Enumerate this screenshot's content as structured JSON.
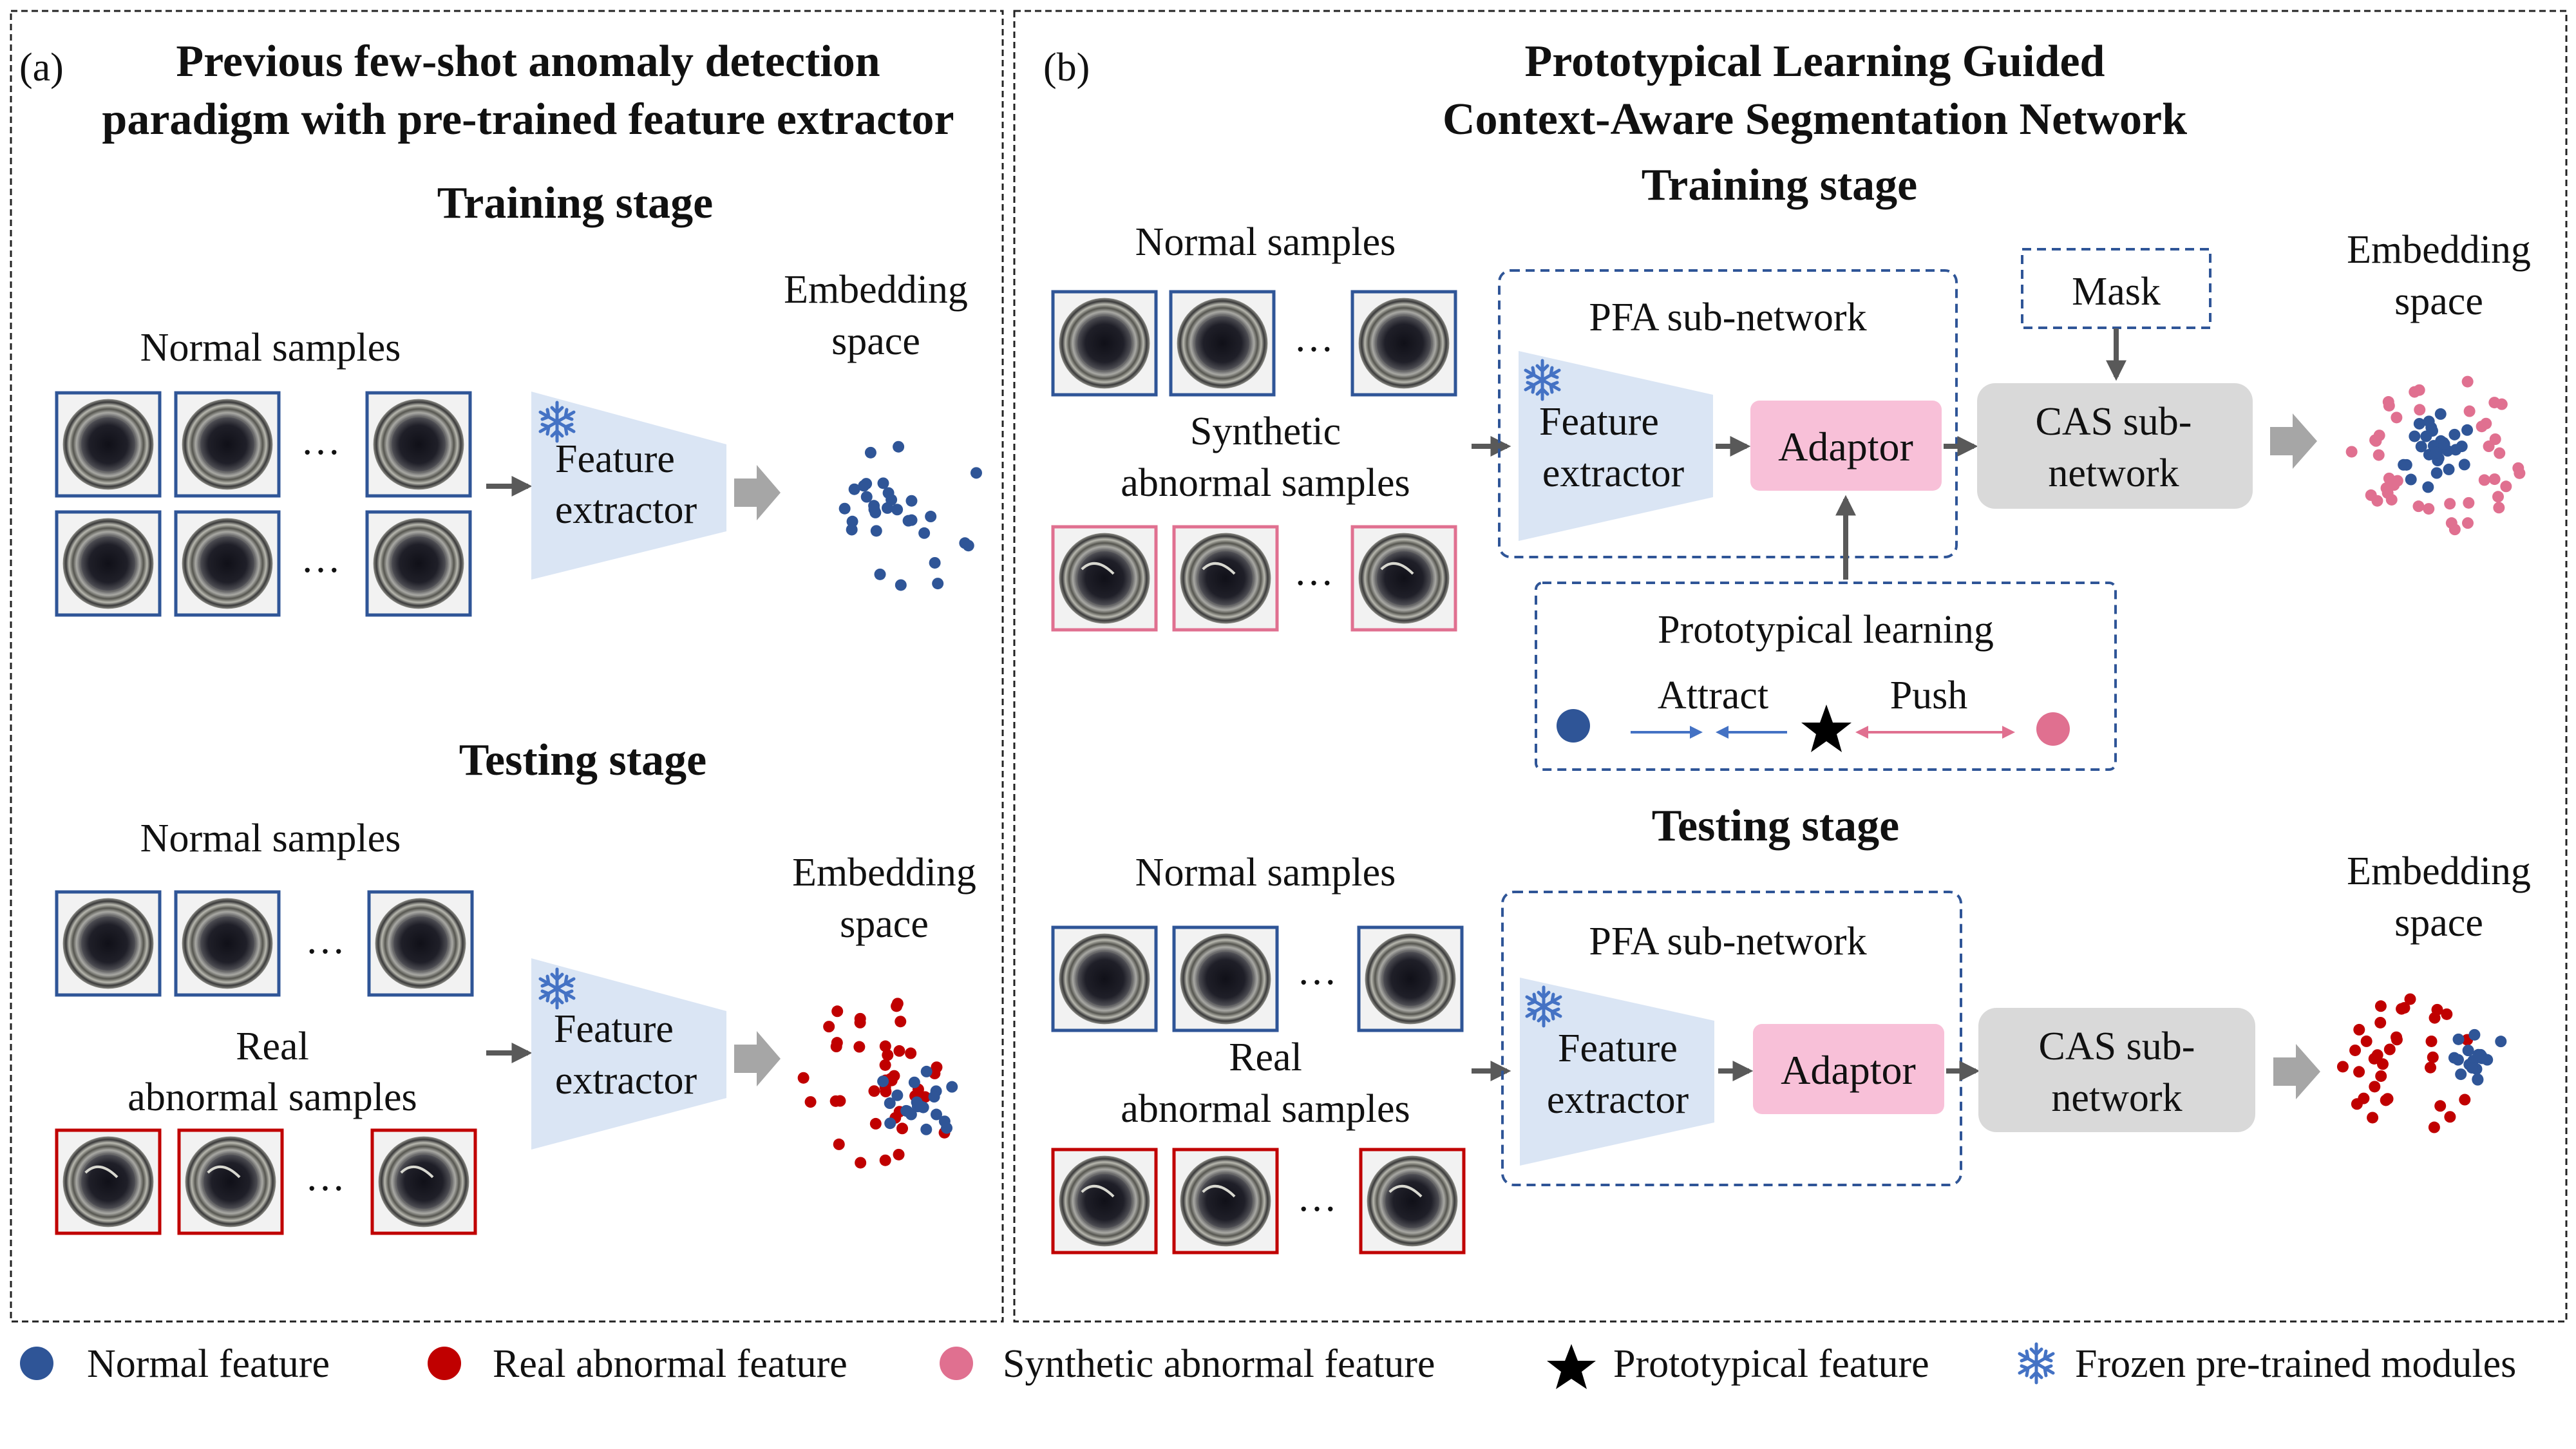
{
  "panel_a": {
    "tag": "(a)",
    "title_line1": "Previous few-shot anomaly detection",
    "title_line2": "paradigm with pre-trained feature extractor",
    "training": {
      "heading": "Training stage",
      "samples_label": "Normal samples",
      "ellipsis": "…",
      "extractor_line1": "Feature",
      "extractor_line2": "extractor",
      "embedding_line1": "Embedding",
      "embedding_line2": "space"
    },
    "testing": {
      "heading": "Testing stage",
      "normal_label": "Normal samples",
      "abnormal_line1": "Real",
      "abnormal_line2": "abnormal samples",
      "ellipsis": "…",
      "extractor_line1": "Feature",
      "extractor_line2": "extractor",
      "embedding_line1": "Embedding",
      "embedding_line2": "space"
    }
  },
  "panel_b": {
    "tag": "(b)",
    "title_line1": "Prototypical Learning Guided",
    "title_line2": "Context-Aware Segmentation Network",
    "training": {
      "heading": "Training stage",
      "normal_label": "Normal samples",
      "synthetic_line1": "Synthetic",
      "synthetic_line2": "abnormal samples",
      "ellipsis": "…",
      "pfa_label": "PFA sub-network",
      "extractor_line1": "Feature",
      "extractor_line2": "extractor",
      "adaptor": "Adaptor",
      "mask": "Mask",
      "cas_line1": "CAS sub-",
      "cas_line2": "network",
      "embedding_line1": "Embedding",
      "embedding_line2": "space",
      "proto_title": "Prototypical learning",
      "attract": "Attract",
      "push": "Push"
    },
    "testing": {
      "heading": "Testing stage",
      "normal_label": "Normal samples",
      "abnormal_line1": "Real",
      "abnormal_line2": "abnormal samples",
      "ellipsis": "…",
      "pfa_label": "PFA sub-network",
      "extractor_line1": "Feature",
      "extractor_line2": "extractor",
      "adaptor": "Adaptor",
      "cas_line1": "CAS sub-",
      "cas_line2": "network",
      "embedding_line1": "Embedding",
      "embedding_line2": "space"
    }
  },
  "legend": {
    "normal": "Normal feature",
    "real_abnormal": "Real abnormal feature",
    "synthetic_abnormal": "Synthetic abnormal feature",
    "prototypical": "Prototypical feature",
    "frozen": "Frozen pre-trained modules"
  },
  "colors": {
    "normal_blue": "#2f5597",
    "real_red": "#c00000",
    "synthetic_pink": "#e07090",
    "extractor_fill": "#dae5f4",
    "adaptor_fill": "#f8c0d8",
    "cas_fill": "#d9d9d9",
    "arrow_gray": "#595959",
    "big_arrow": "#a6a6a6",
    "snowflake": "#4472c4"
  }
}
